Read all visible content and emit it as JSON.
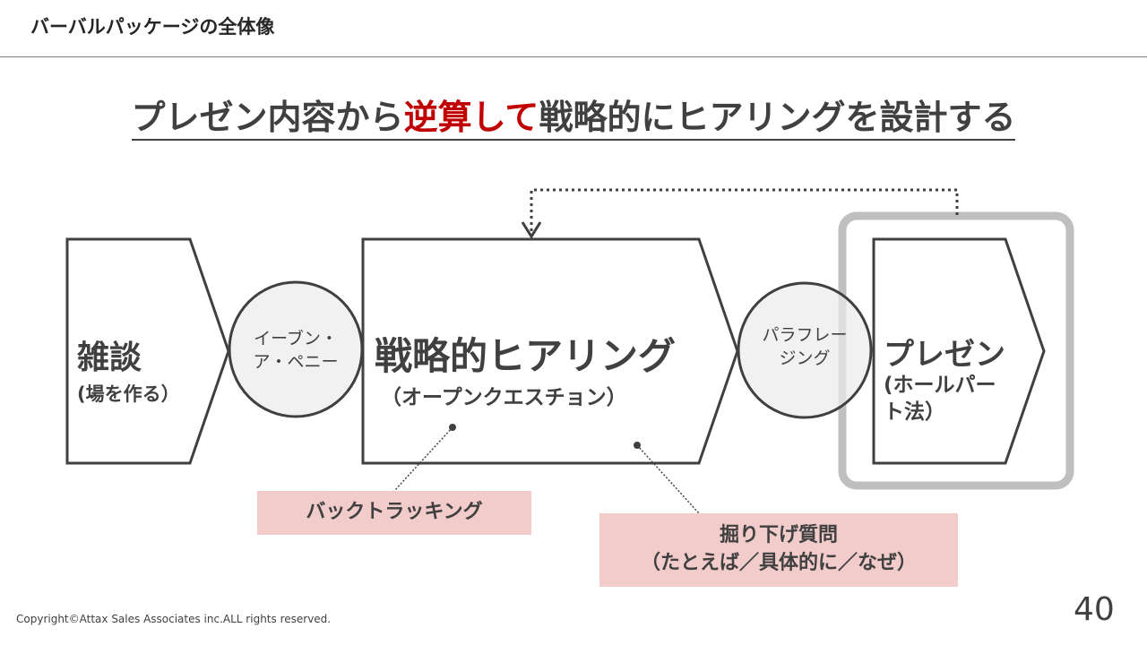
{
  "header": {
    "title": "バーバルパッケージの全体像"
  },
  "headline": {
    "part1": "プレゼン内容から",
    "highlight": "逆算して",
    "part2": "戦略的にヒアリングを設計する",
    "highlight_color": "#c00000"
  },
  "steps": [
    {
      "title": "雑談",
      "subtitle": "(場を作る）"
    },
    {
      "title": "戦略的ヒアリング",
      "subtitle": "（オープンクエスチョン）"
    },
    {
      "title": "プレゼン",
      "subtitle1": "(ホールパー",
      "subtitle2": "ト法）"
    }
  ],
  "connectors": [
    {
      "line1": "イーブン・",
      "line2": "ア・ペニー"
    },
    {
      "line1": "パラフレー",
      "line2": "ジング"
    }
  ],
  "callouts": [
    {
      "text": "バックトラッキング"
    },
    {
      "line1": "掘り下げ質問",
      "line2": "（たとえば／具体的に／なぜ）"
    }
  ],
  "footer": {
    "copyright": "Copyright©Attax Sales Associates inc.ALL rights reserved.",
    "page": "40"
  }
}
